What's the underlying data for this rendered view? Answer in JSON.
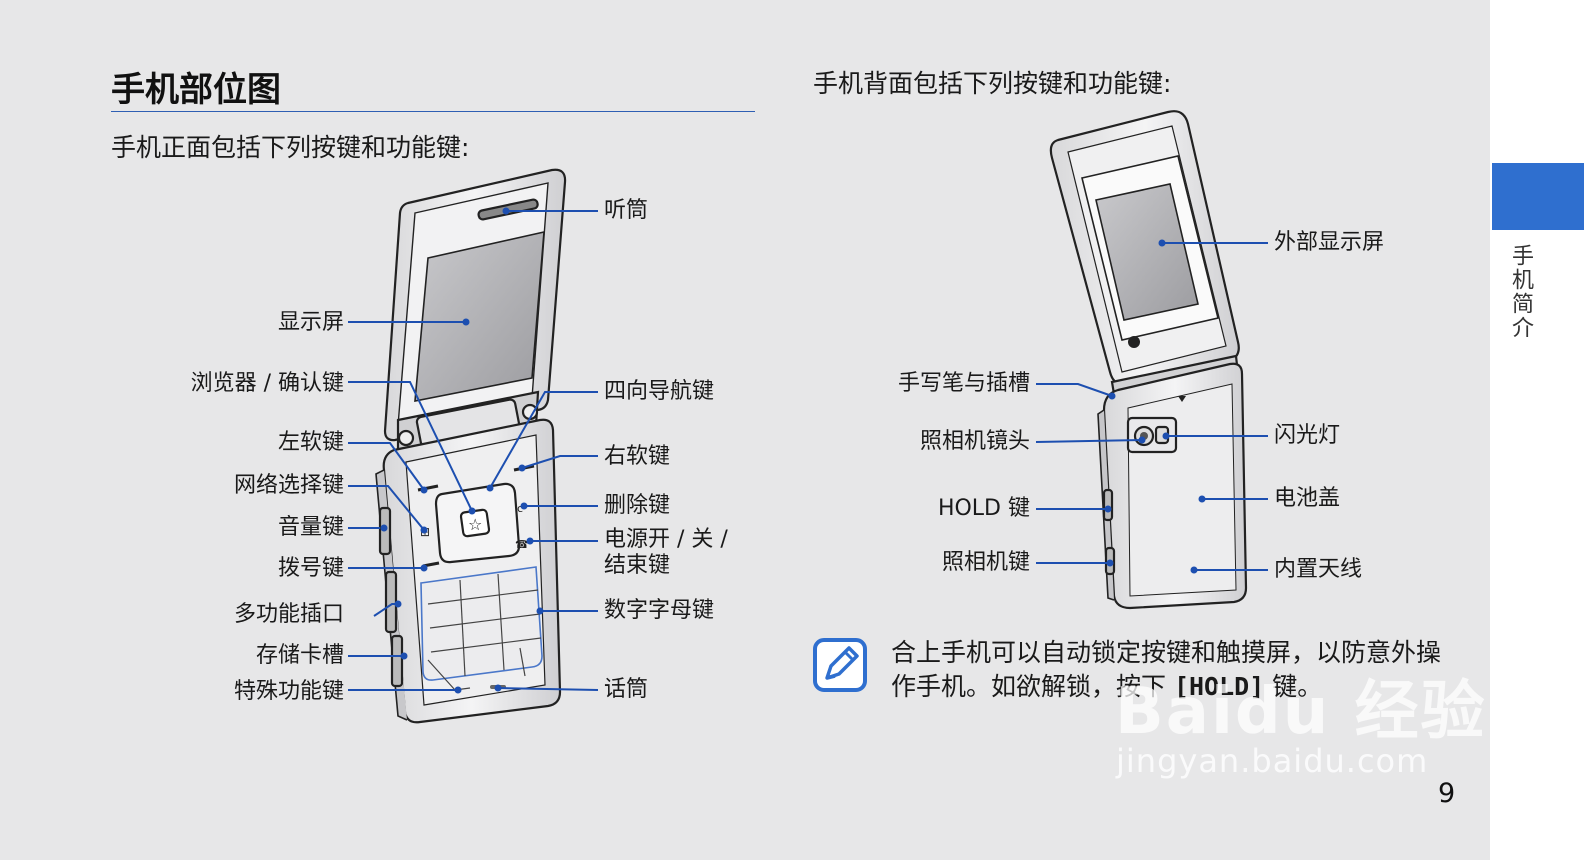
{
  "page": {
    "title": "手机部位图",
    "front_intro": "手机正面包括下列按键和功能键:",
    "back_intro": "手机背面包括下列按键和功能键:",
    "side_tab": "手机简介",
    "page_number": "9"
  },
  "front_labels": {
    "earpiece": "听筒",
    "display": "显示屏",
    "browser_confirm": "浏览器 / 确认键",
    "left_soft": "左软键",
    "network_select": "网络选择键",
    "volume": "音量键",
    "dial": "拨号键",
    "multifunction_jack": "多功能插口",
    "memory_slot": "存储卡槽",
    "special_function": "特殊功能键",
    "nav_4way": "四向导航键",
    "right_soft": "右软键",
    "delete": "删除键",
    "power_end_line1": "电源开 / 关 /",
    "power_end_line2": "结束键",
    "alphanumeric": "数字字母键",
    "microphone": "话筒"
  },
  "back_labels": {
    "external_display": "外部显示屏",
    "stylus_slot": "手写笔与插槽",
    "camera_lens": "照相机镜头",
    "hold_key": "HOLD 键",
    "camera_key": "照相机键",
    "flash": "闪光灯",
    "battery_cover": "电池盖",
    "internal_antenna": "内置天线"
  },
  "note": {
    "text_before": "合上手机可以自动锁定按键和触摸屏，以防意外操作手机。如欲解锁，按下 ",
    "key": "[HOLD]",
    "text_after": " 键。"
  },
  "watermark": {
    "main": "Baidu 经验",
    "url": "jingyan.baidu.com"
  },
  "colors": {
    "accent": "#2f6fcf",
    "leader_line": "#1d4fb0",
    "page_bg": "#e7e7e8"
  }
}
